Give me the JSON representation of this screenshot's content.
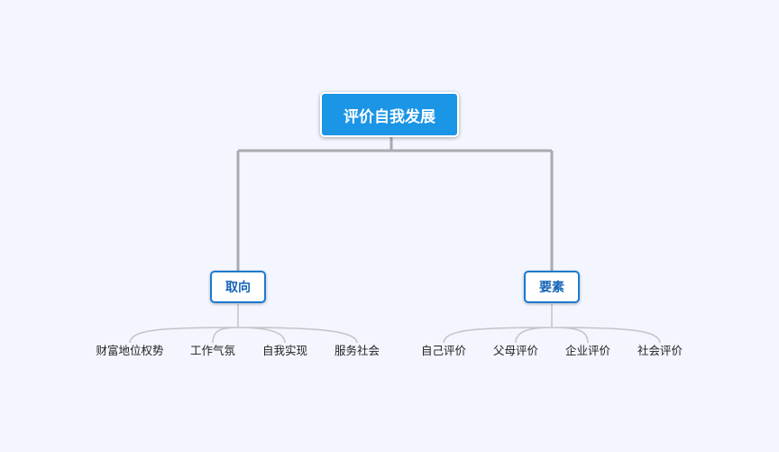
{
  "root": {
    "label": "评价自我发展"
  },
  "branches": [
    {
      "label": "取向",
      "leaves": [
        "财富地位权势",
        "工作气氛",
        "自我实现",
        "服务社会"
      ]
    },
    {
      "label": "要素",
      "leaves": [
        "自己评价",
        "父母评价",
        "企业评价",
        "社会评价"
      ]
    }
  ],
  "colors": {
    "background": "#f3f6fe",
    "root_fill": "#1b95e6",
    "branch_border": "#1b7ad0",
    "branch_text": "#1565b8",
    "main_connector": "#a8abb0",
    "leaf_connector": "#c2c4c8"
  }
}
